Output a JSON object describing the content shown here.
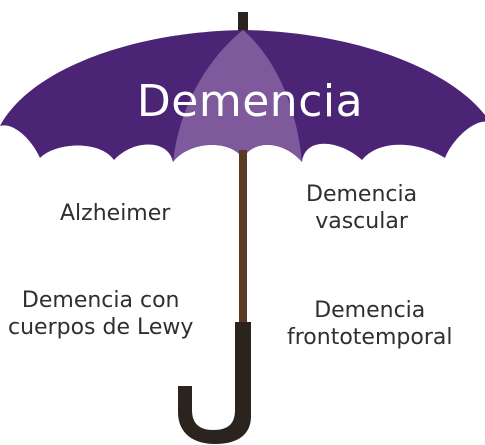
{
  "diagram": {
    "title": "Demencia",
    "types": [
      {
        "label": "Alzheimer"
      },
      {
        "label": "Demencia\nvascular"
      },
      {
        "label": "Demencia con\ncuerpos de Lewy"
      },
      {
        "label": "Demencia\nfrontotemporal"
      }
    ]
  },
  "colors": {
    "canopy": "#4b2475",
    "canopy_highlight": "#7e5a9c",
    "shaft": "#5a3a22",
    "handle": "#2b241e",
    "text": "#2f2f2f"
  }
}
